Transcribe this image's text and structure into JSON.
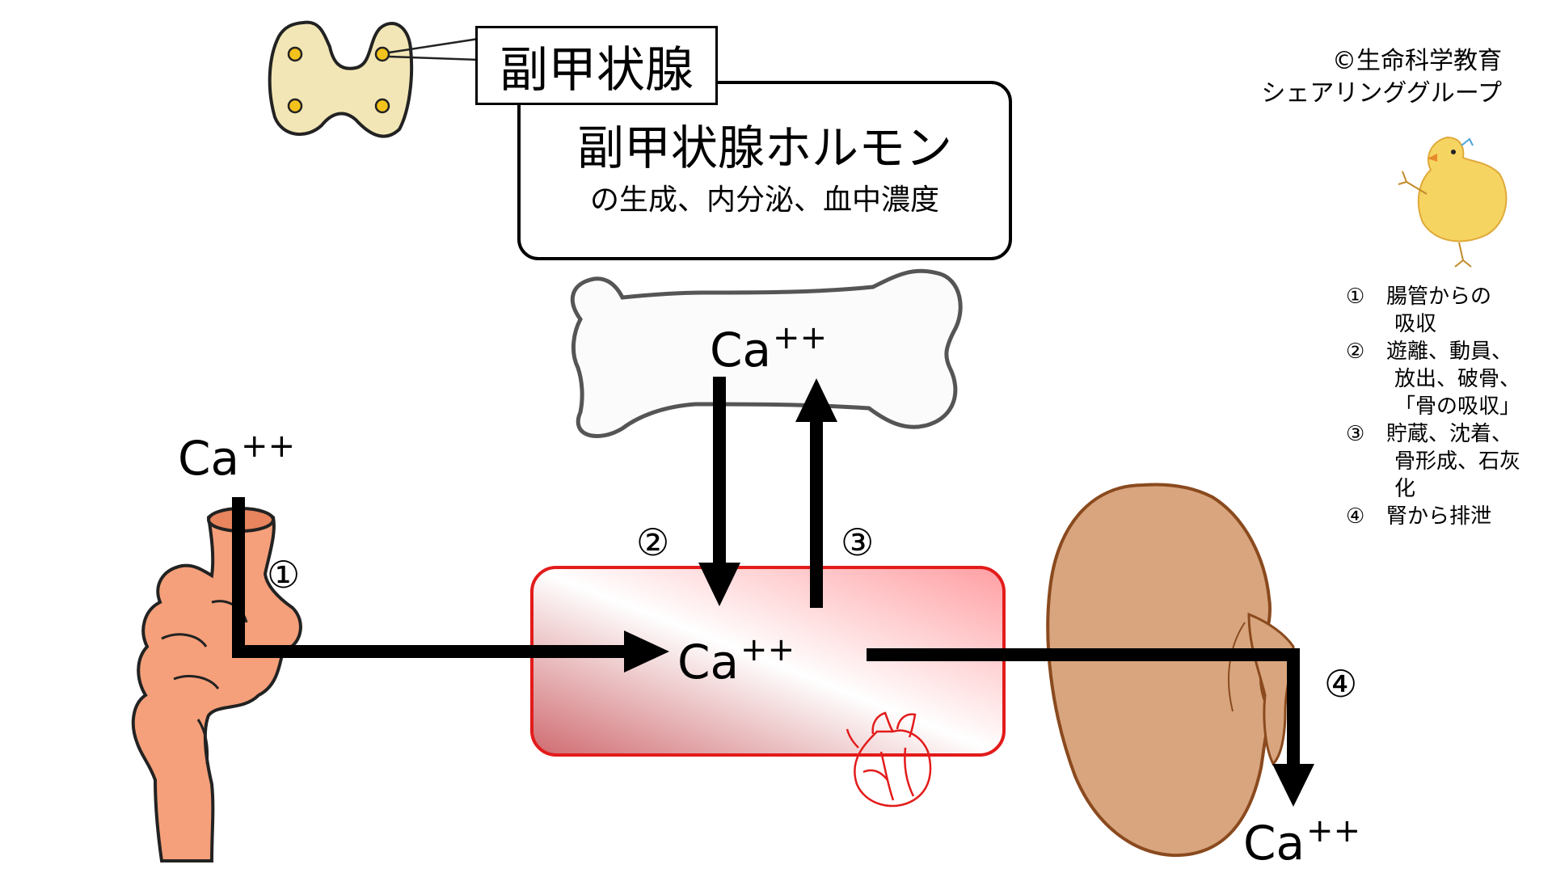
{
  "thyroid": {
    "label": "副甲状腺"
  },
  "hormone": {
    "title": "副甲状腺ホルモン",
    "subtitle": "の生成、内分泌、血中濃度"
  },
  "copyright": {
    "line1": "©生命科学教育",
    "line2": "シェアリンググループ"
  },
  "calcium": {
    "base": "Ca",
    "charge": "++"
  },
  "steps": {
    "one": "①",
    "two": "②",
    "three": "③",
    "four": "④"
  },
  "legend": [
    {
      "num": "①",
      "lines": [
        "腸管からの",
        "吸収"
      ]
    },
    {
      "num": "②",
      "lines": [
        "遊離、動員、",
        "放出、破骨、",
        "「骨の吸収」"
      ]
    },
    {
      "num": "③",
      "lines": [
        "貯蔵、沈着、",
        "骨形成、石灰",
        "化"
      ]
    },
    {
      "num": "④",
      "lines": [
        "腎から排泄"
      ]
    }
  ],
  "colors": {
    "arrow": "#000000",
    "blood_border": "#e31b1b",
    "intestine": "#f5a07a",
    "kidney": "#d8a57e",
    "thyroid": "#f2e6b6",
    "thyroid_dot": "#f3c21c"
  },
  "icons": [
    "thyroid-icon",
    "bone-icon",
    "intestine-icon",
    "kidney-icon",
    "heart-icon",
    "chick-icon"
  ]
}
